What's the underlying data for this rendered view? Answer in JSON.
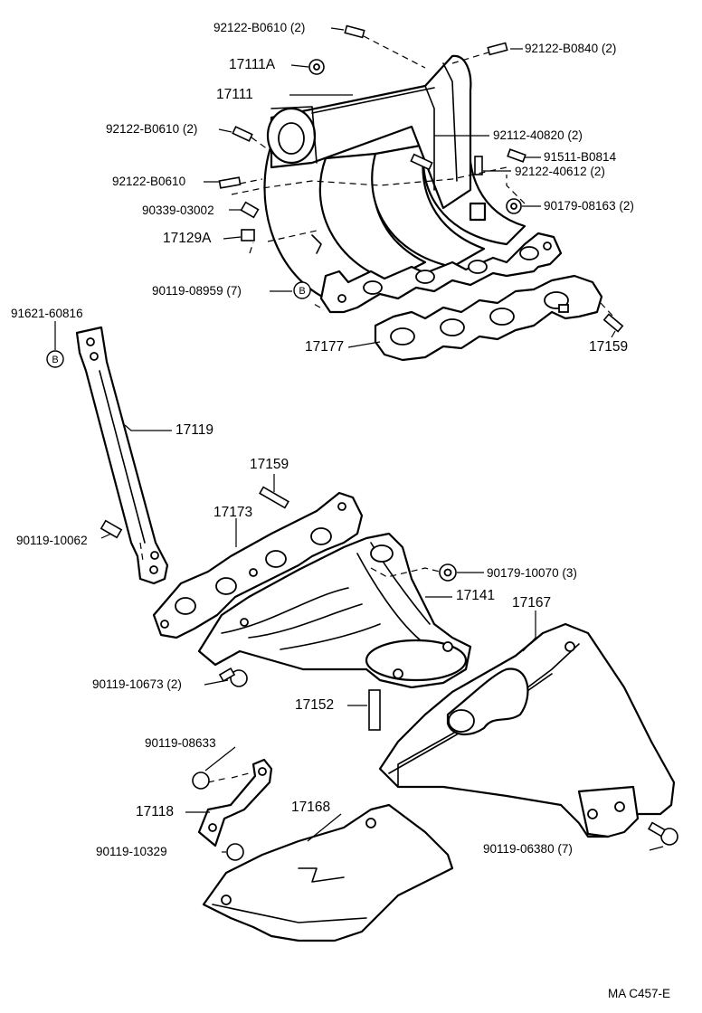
{
  "labels": {
    "p92122_b0610_top": "92122-B0610 (2)",
    "p92122_b0840": "92122-B0840 (2)",
    "p17111a": "17111A",
    "p17111": "17111",
    "p92122_b0610_mid": "92122-B0610 (2)",
    "p92112_40820": "92112-40820 (2)",
    "p91511_b0814": "91511-B0814",
    "p92122_40612": "92122-40612 (2)",
    "p92122_b0610_single": "92122-B0610",
    "p90179_08163": "90179-08163 (2)",
    "p90339_03002": "90339-03002",
    "p17129a": "17129A",
    "p90119_08959": "90119-08959 (7)",
    "p91621_60816": "91621-60816",
    "p17177": "17177",
    "p17159_top": "17159",
    "p17119": "17119",
    "p17159_mid": "17159",
    "p17173": "17173",
    "p90119_10062": "90119-10062",
    "p90179_10070": "90179-10070 (3)",
    "p17141": "17141",
    "p17167": "17167",
    "p90119_10673": "90119-10673 (2)",
    "p17152": "17152",
    "p90119_08633": "90119-08633",
    "p17118": "17118",
    "p17168": "17168",
    "p90119_10329": "90119-10329",
    "p90119_06380": "90119-06380 (7)",
    "ref_b": "B",
    "figure_code": "MA C457-E"
  }
}
